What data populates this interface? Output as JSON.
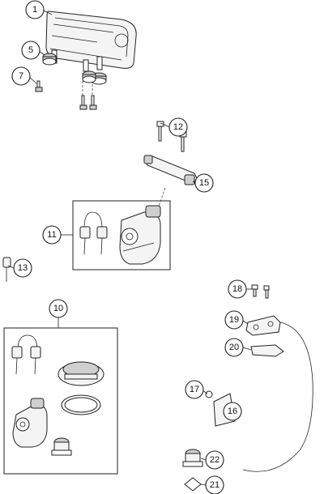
{
  "callouts": {
    "c1": "1",
    "c5": "5",
    "c7": "7",
    "c12": "12",
    "c15": "15",
    "c11": "11",
    "c13": "13",
    "c18": "18",
    "c19": "19",
    "c20": "20",
    "c10": "10",
    "c17": "17",
    "c16": "16",
    "c22": "22",
    "c21": "21"
  }
}
